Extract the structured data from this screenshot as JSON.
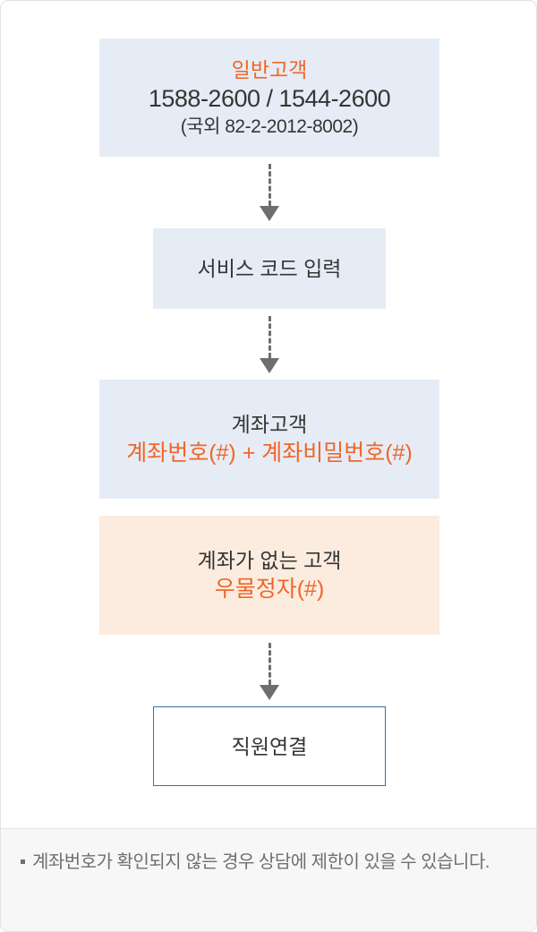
{
  "flow": {
    "step_general": {
      "title": "일반고객",
      "phone": "1588-2600 / 1544-2600",
      "international": "(국외 82-2-2012-8002)"
    },
    "step_service_code": {
      "label": "서비스 코드 입력"
    },
    "step_account": {
      "title": "계좌고객",
      "input": "계좌번호(#) + 계좌비밀번호(#)"
    },
    "step_no_account": {
      "title": "계좌가 없는 고객",
      "input": "우물정자(#)"
    },
    "step_agent": {
      "label": "직원연결"
    }
  },
  "footnote": {
    "text": "계좌번호가 확인되지 않는 경우 상담에 제한이 있을 수 있습니다."
  },
  "icons": {
    "arrow": "dashed-down-arrow",
    "bullet": "square-bullet"
  },
  "colors": {
    "accent_orange": "#f0662a",
    "box_blue": "#e6ecf5",
    "box_peach": "#fcecdf",
    "outline_blue": "#3d6e9e",
    "arrow_gray": "#6e6e6e",
    "text_dark": "#353535",
    "text_gray": "#6f6f6f",
    "footer_bg": "#f7f7f7",
    "card_border": "#e2e2e2"
  }
}
